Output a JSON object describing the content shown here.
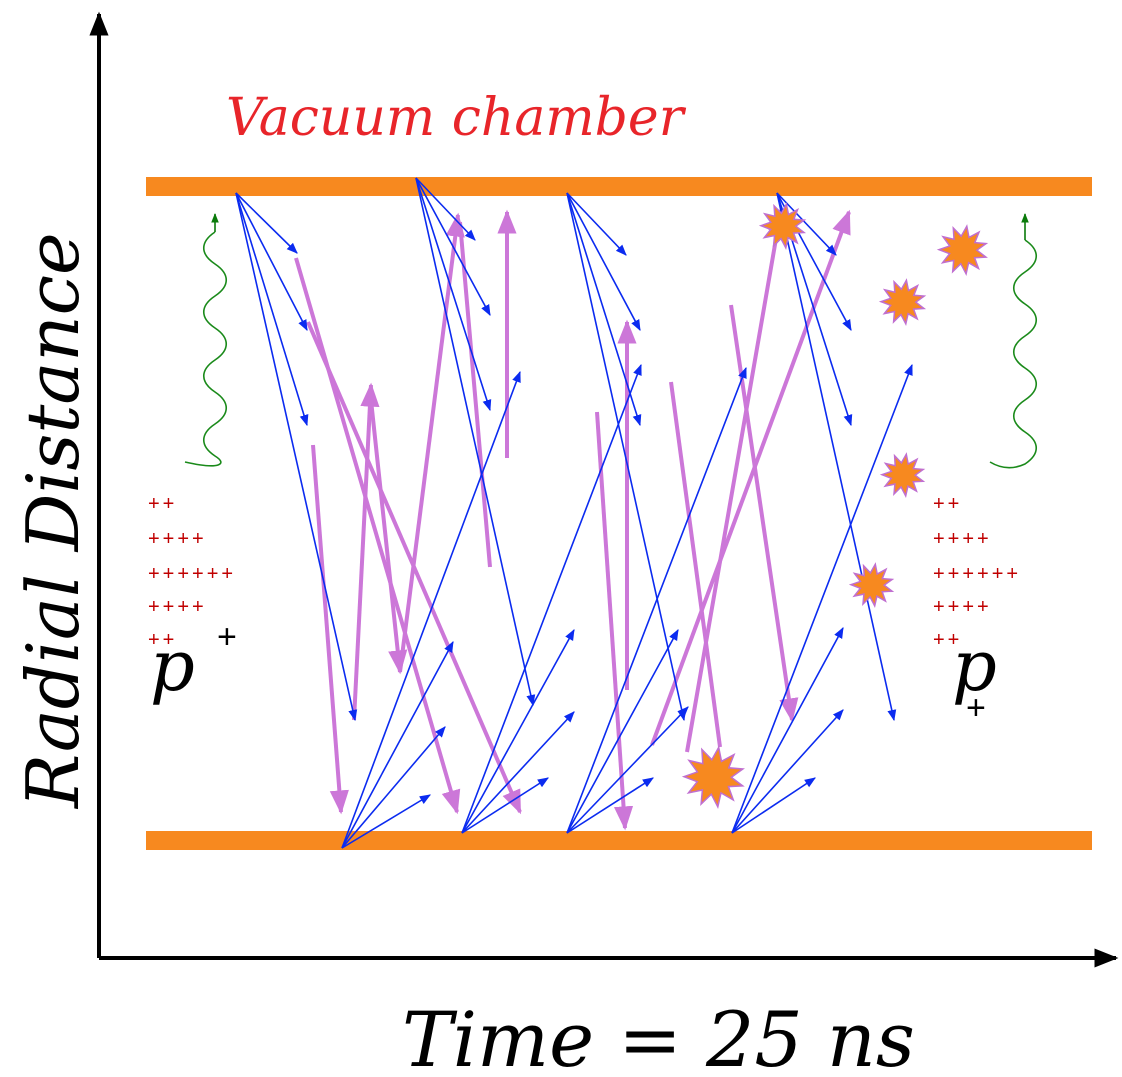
{
  "diagram": {
    "title": "Vacuum chamber",
    "y_axis_label": "Radial Distance",
    "x_axis_label": "Time = 25 ns",
    "bunch_charge_rows": [
      "++",
      "++++",
      "++++++",
      "++++",
      "++"
    ],
    "bunch_label": "p",
    "bunch_superscript": "+",
    "colors": {
      "wall": "#f7891f",
      "title": "#e8252a",
      "electron": "#0b2bf0",
      "secondary": "#cc77d8",
      "photon": "#1a8a1a",
      "photon_arrow": "#0a7a0a",
      "charge": "#c00000",
      "burst_fill": "#f7891f",
      "burst_edge": "#c06fd0",
      "axis": "#000000"
    }
  }
}
